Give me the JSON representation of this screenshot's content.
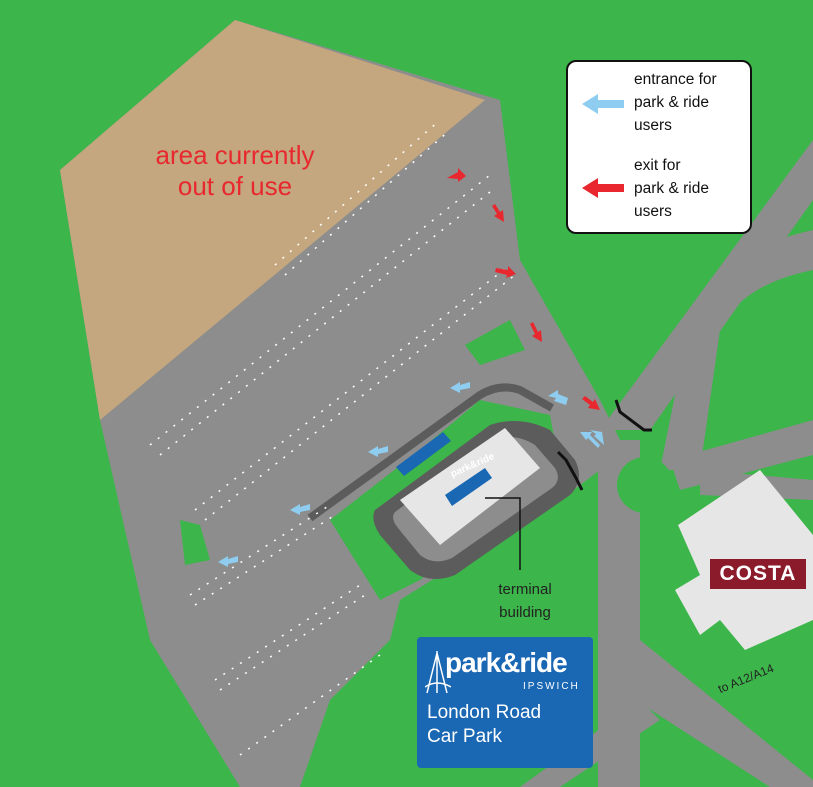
{
  "map": {
    "out_of_use": {
      "line1": "area currently",
      "line2": "out of use"
    },
    "legend": {
      "entrance": {
        "line1": "entrance for",
        "line2": "park & ride",
        "line3": "users"
      },
      "exit": {
        "line1": "exit for",
        "line2": "park & ride",
        "line3": "users"
      }
    },
    "terminal": {
      "line1": "terminal",
      "line2": "building"
    },
    "costa": "COSTA",
    "road_direction": "to A12/A14",
    "info_box": {
      "brand": "park&ride",
      "brand_sub": "IPSWICH",
      "title_line1": "London Road",
      "title_line2": "Car Park"
    },
    "terminal_sign": "park&ride",
    "colors": {
      "grass": "#3cb54a",
      "road": "#8d8d8d",
      "closed_area": "#c4a77e",
      "entrance_arrow": "#8ecdf0",
      "exit_arrow": "#e8282e",
      "brand_blue": "#1a67b3",
      "costa_red": "#8b1a2b"
    }
  }
}
